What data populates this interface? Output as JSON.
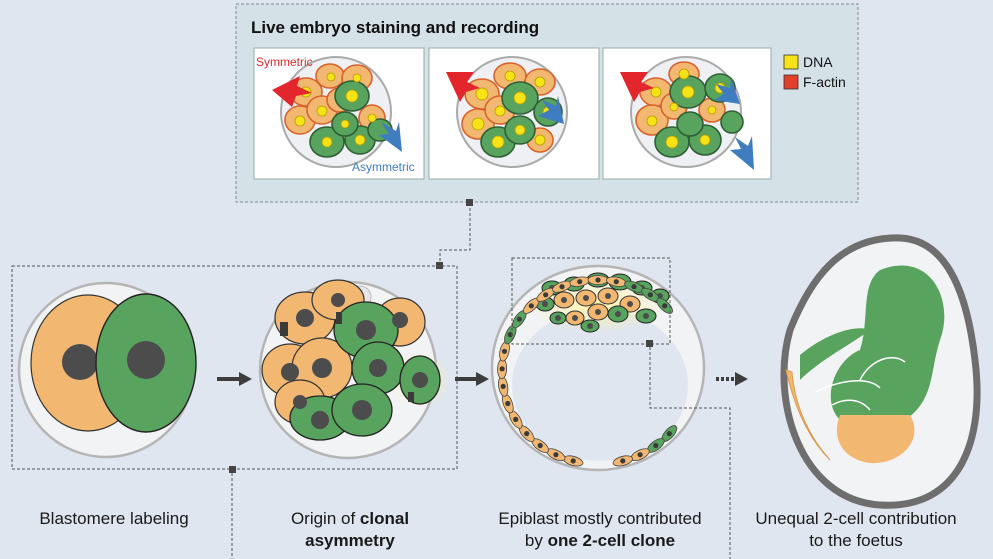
{
  "panel": {
    "title": "Live embryo staining and recording",
    "legend": [
      {
        "label": "DNA",
        "color": "#f5e318"
      },
      {
        "label": "F-actin",
        "color": "#e2402b"
      }
    ],
    "annotations": {
      "symmetric": "Symmetric",
      "asymmetric": "Asymmetric"
    }
  },
  "captions": {
    "stage1": {
      "line1": "Blastomere labeling"
    },
    "stage2": {
      "line1_plain": "Origin of ",
      "line1_bold": "clonal",
      "line2_bold": "asymmetry"
    },
    "stage3": {
      "line1": "Epiblast mostly contributed",
      "line2_plain": "by ",
      "line2_bold": "one 2-cell clone"
    },
    "stage4": {
      "line1": "Unequal 2-cell contribution",
      "line2": "to the foetus"
    }
  },
  "colors": {
    "background": "#dfe6ef",
    "panel": "#d3e2e8",
    "green": "#58a35d",
    "orange": "#f2b872",
    "nucleus": "#4c4c4c",
    "symmetric_arrow": "#e2262b",
    "asymmetric_arrow": "#3f7cc0",
    "arrow": "#3d3d3d"
  }
}
